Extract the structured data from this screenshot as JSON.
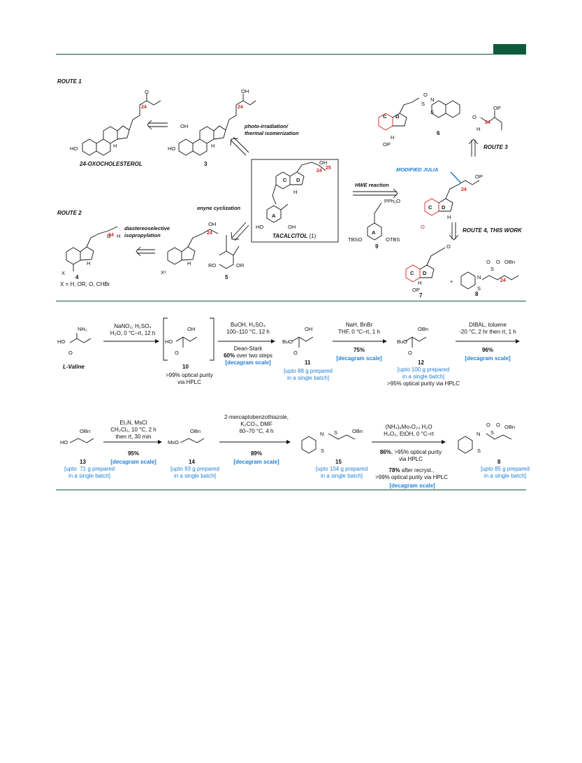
{
  "routes": {
    "route1": "ROUTE 1",
    "route2": "ROUTE 2",
    "route3": "ROUTE 3",
    "route4": "ROUTE 4, THIS WORK"
  },
  "labels": {
    "photo": "photo-irradiation/\nthermal isomerization",
    "enyne": "enyne cyclization",
    "diastereo": "diastereoselective\nisopropylation",
    "hwe": "HWE reaction",
    "modified_julia": "MODIFIED JULIA"
  },
  "compounds": {
    "oxochol": "24-OXOCHOLESTEROL",
    "c3": "3",
    "c4": "4",
    "c4_note": "X = H, OR, O, CHBr",
    "c5": "5",
    "tacalcitol": "TACALCITOL",
    "tacalcitol_num": "(1)",
    "c6": "6",
    "c7": "7",
    "c8": "8",
    "c9": "9",
    "c10": "10",
    "c11": "11",
    "c12": "12",
    "c13": "13",
    "c14": "14",
    "c15": "15",
    "c8b": "8",
    "valine": "L-Valine"
  },
  "atoms": {
    "HO": "HO",
    "O": "O",
    "OH": "OH",
    "H": "H",
    "OP": "OP",
    "OBn": "OBn",
    "RO": "RO",
    "OR": "OR",
    "X": "X",
    "X1": "X¹",
    "TBSO": "TBSO",
    "OTBS": "OTBS",
    "PPh2O": "PPh₂O",
    "NH2": "NH₂",
    "BuO": "BuO",
    "MsO": "MsO",
    "S": "S",
    "N": "N",
    "A": "A",
    "C": "C",
    "D": "D",
    "n24": "24",
    "n25": "25",
    "plus": "+"
  },
  "steps": {
    "s1": "NaNO₂, H₂SO₄\nH₂O, 0 °C–rt, 12 h",
    "s2a": "BuOH, H₂SO₄\n100–110 °C, 12 h",
    "s2b": "Dean-Stark",
    "s2c": "60%",
    "s2c_rest": " over two steps",
    "s2d": "[decagram scale]",
    "s3a": "NaH, BnBr\nTHF, 0 °C–rt, 1 h",
    "s3b": "75%",
    "s3c": "[decagram scale]",
    "s4a": "DIBAL, toluene\n-20 °C, 2 hr then rt, 1 h",
    "s4b": "96%",
    "s4c": "[decagram scale]",
    "s5a": "Et₃N, MsCl\nCH₂Cl₂, 10 °C, 2 h\nthen rt, 30 min",
    "s5b": "95%",
    "s5c": "[decagram scale]",
    "s6a": "2-mercaptobenzothiazole,\nK₂CO₃, DMF\n60–70 °C, 4 h",
    "s6b": "89%",
    "s6c": "[decagram scale]",
    "s7a": "(NH₄)₆Mo₇O₂₄ H₂O\nH₂O₂, EtOH, 0 °C–rt",
    "s7b": "86%",
    "s7b_rest": ", >95% optical purity\nvia HPLC",
    "s7c": "78%",
    "s7c_rest": " after recryst.,\n>99% optical purity via HPLC",
    "s7d": "[decagram scale]"
  },
  "notes": {
    "n10": ">99% optical purity\nvia HPLC",
    "n11": "[upto 88 g prepared\nin a single batch]",
    "n12a": "[upto 100 g prepared\nin a single batch]",
    "n12b": ">95% optical purity via HPLC",
    "n13": "[upto  71 g prepared\nin a single batch]",
    "n14": "[upto 93 g prepared\nin a single batch]",
    "n15": "[upto 104 g prepared\nin a single batch]",
    "n8": "[upto 85 g prepared\nin a single batch]"
  },
  "colors": {
    "accent": "#0f5a3c",
    "blue": "#1f7fd6",
    "red": "#d61e1e"
  }
}
